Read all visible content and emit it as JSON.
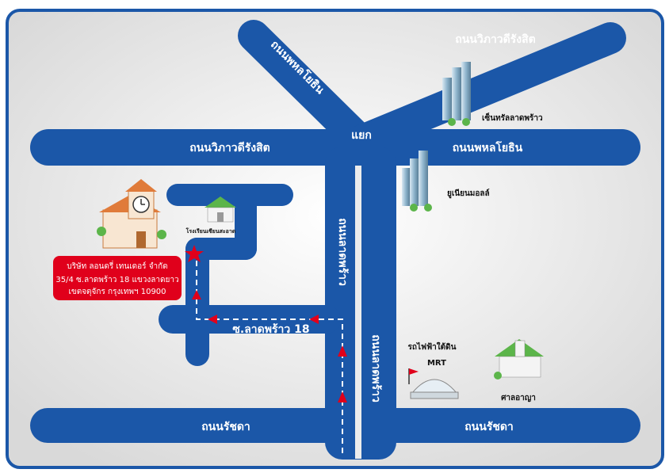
{
  "map": {
    "roads": {
      "vibhavadi_top": "ถนนวิภาวดีรังสิต",
      "phaholyothin_diag": "ถนนพหลโยธิน",
      "vibhavadi_main": "ถนนวิภาวดีรังสิต",
      "phaholyothin_main": "ถนนพหลโยธิน",
      "ladprao_left": "ถนนลาดพร้าว",
      "ladprao_right": "ถนนลาดพร้าว",
      "soi_ladprao": "ซ.ลาดพร้าว 18",
      "ratchada_left": "ถนนรัชดา",
      "ratchada_right": "ถนนรัชดา",
      "junction": "แยก"
    },
    "landmarks": {
      "central": "เซ็นทรัลลาดพร้าว",
      "union_mall": "ยูเนียนมอลล์",
      "school": "โรงเรียนเซียนสะอาด",
      "mrt_line1": "รถไฟฟ้าใต้ดิน",
      "mrt_line2": "MRT",
      "court": "ศาลอาญา"
    },
    "company": {
      "name": "บริษัท ลอนดรี่ เทนเดอร์ จำกัด",
      "address_line1": "35/4 ซ.ลาดพร้าว 18 แขวงลาดยาว",
      "address_line2": "เขตจตุจักร กรุงเทพฯ 10900"
    },
    "colors": {
      "road": "#1b57a8",
      "frame": "#1b57a8",
      "background": "#ececec",
      "route_arrow": "#e0001b",
      "company_box": "#e0001b",
      "building_roof": "#5cb54a",
      "tower": "#8ab0c8"
    }
  }
}
